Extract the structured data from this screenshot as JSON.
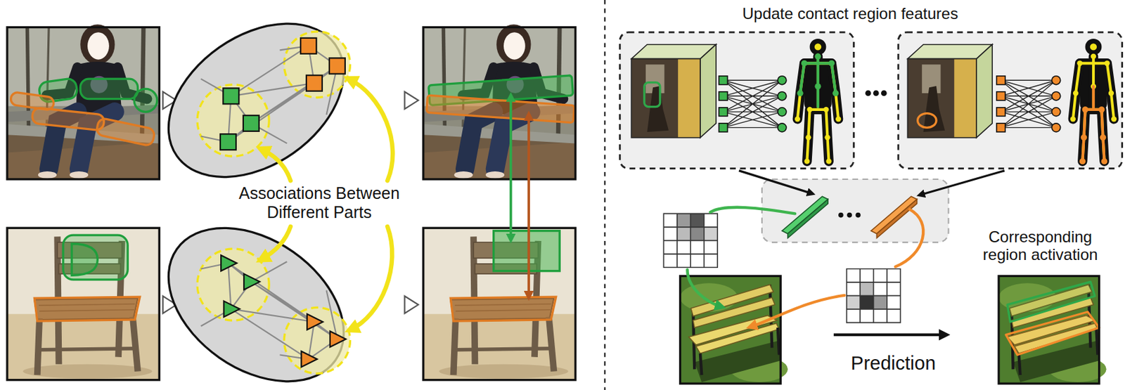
{
  "diagram": {
    "labels": [
      "Associations Between Different Parts",
      "Update contact region features",
      "Corresponding region activation",
      "Prediction"
    ]
  }
}
